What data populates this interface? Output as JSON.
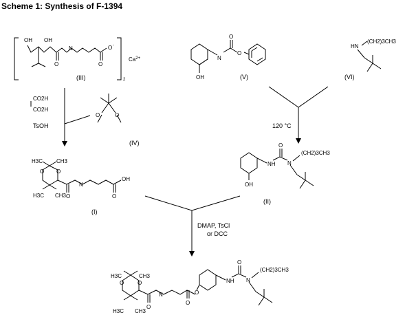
{
  "title": "Scheme 1: Synthesis of F-1394",
  "compounds": {
    "III": {
      "label": "(III)",
      "counterion": "Ca",
      "counterion_charge": "2+",
      "bracket_subscript": "2"
    },
    "V": {
      "label": "(V)"
    },
    "VI": {
      "label": "(VI)"
    },
    "IV": {
      "label": "(IV)"
    },
    "I": {
      "label": "(I)"
    },
    "II": {
      "label": "(II)"
    },
    "product": {
      "label": ""
    }
  },
  "reagents": {
    "step1_line1": "CO2H",
    "step1_line2": "CO2H",
    "step1_catalyst": "TsOH",
    "step2_conditions": "120 °C",
    "step3_line1": "DMAP, TsCl",
    "step3_line2": "or DCC"
  },
  "atoms": {
    "OH": "OH",
    "O": "O",
    "N": "N",
    "NH": "NH",
    "HN": "HN",
    "H3C": "H3C",
    "CH3": "CH3",
    "CH2": "(CH2)3CH3"
  }
}
